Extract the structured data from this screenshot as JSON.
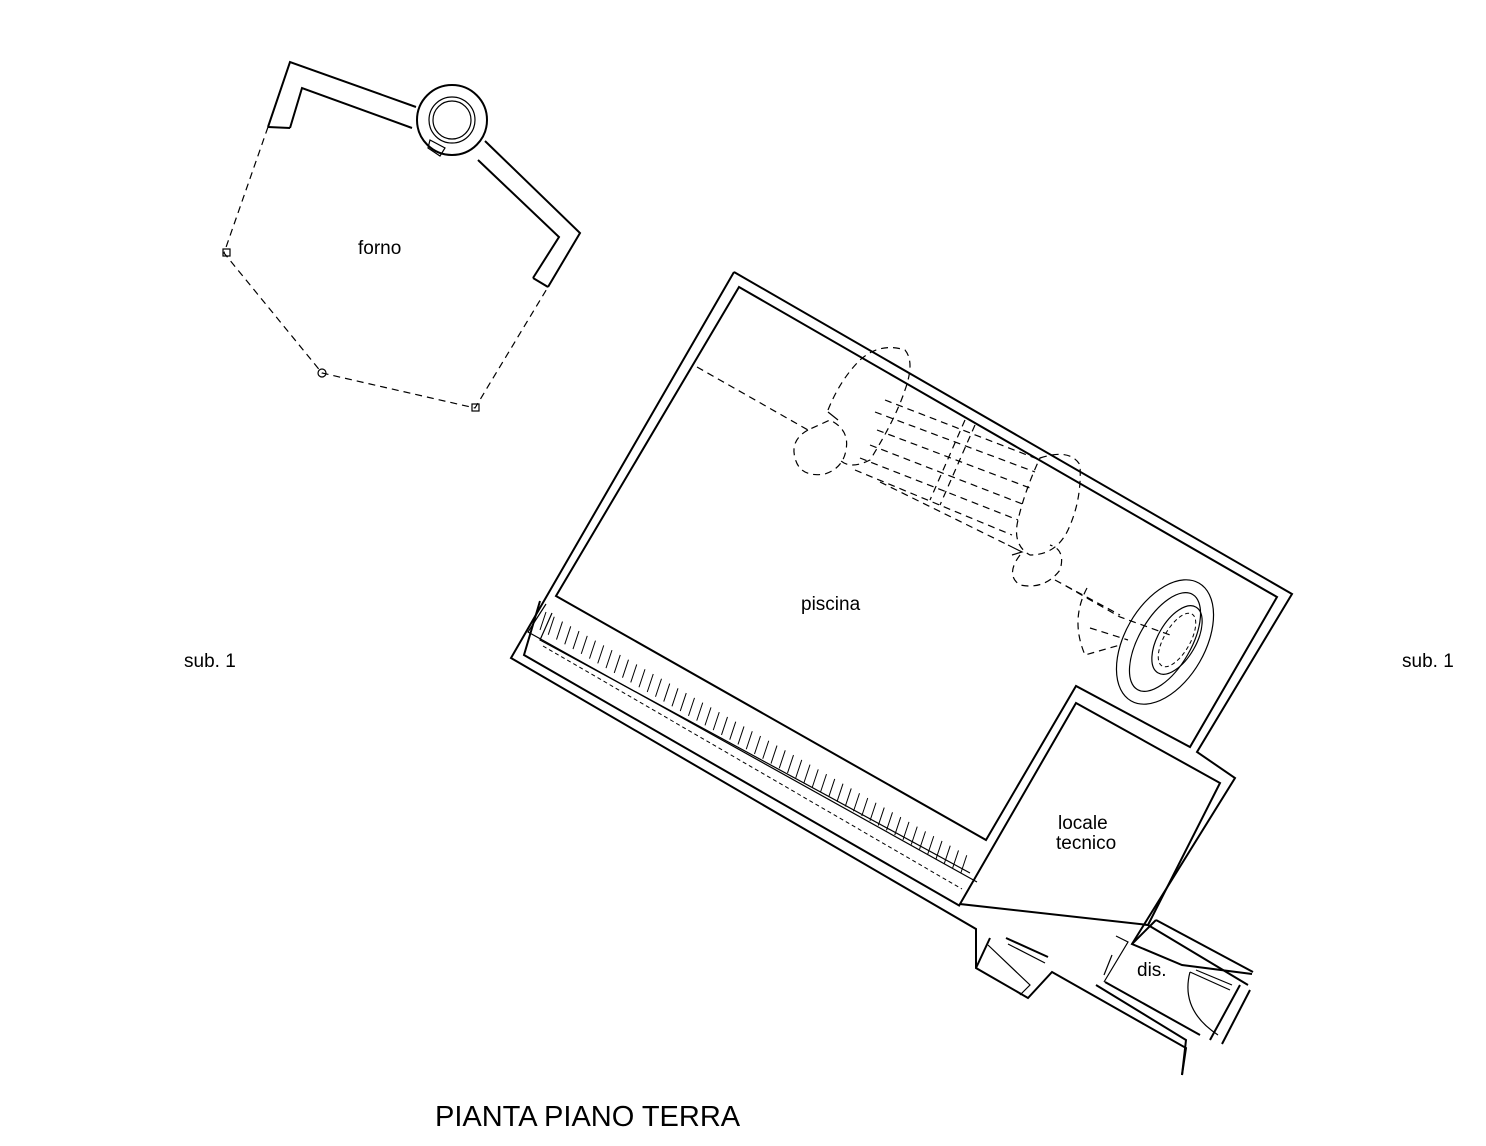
{
  "drawing": {
    "title": "PIANTA PIANO TERRA",
    "rooms": {
      "forno": "forno",
      "piscina": "piscina",
      "locale_line1": "locale",
      "locale_line2": "tecnico",
      "dis": "dis."
    },
    "adjacent": {
      "left": "sub. 1",
      "right": "sub. 1"
    }
  }
}
